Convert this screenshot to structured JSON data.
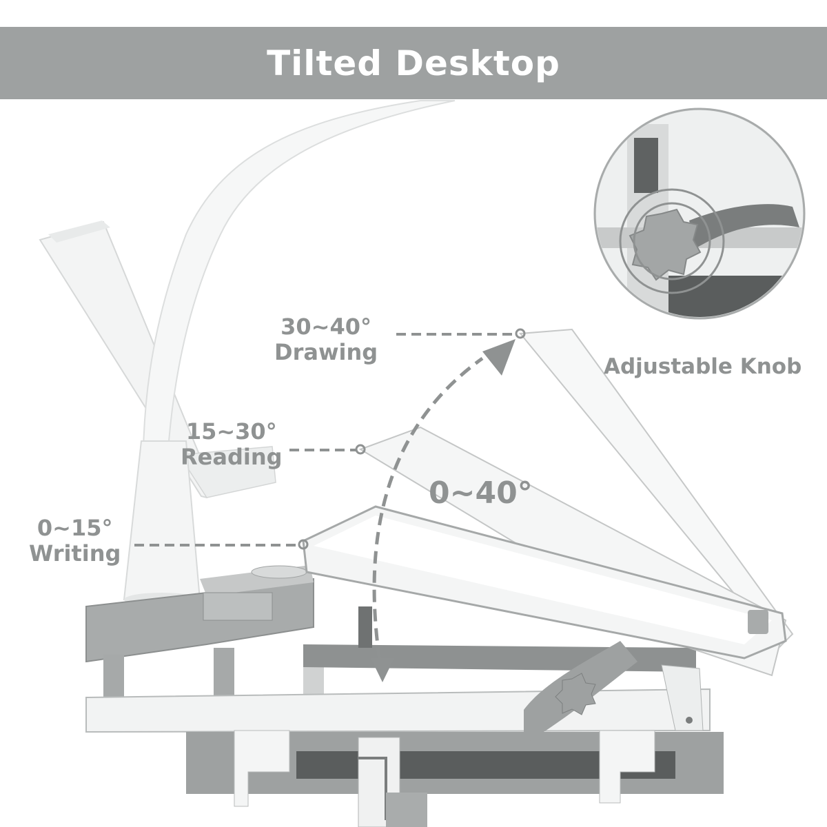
{
  "header": {
    "title": "Tilted Desktop",
    "band_color": "#9ea1a1",
    "title_color": "#ffffff"
  },
  "tilt_positions": [
    {
      "angle": "30~40°",
      "mode": "Drawing"
    },
    {
      "angle": "15~30°",
      "mode": "Reading"
    },
    {
      "angle": "0~15°",
      "mode": "Writing"
    }
  ],
  "tilt_range": "0~40°",
  "detail_inset": {
    "caption": "Adjustable Knob"
  },
  "colors": {
    "label_text": "#8f9292",
    "dashed_lines": "#8f9292",
    "desk_frame": "#9a9c9c",
    "desk_surface": "#f2f2f2"
  }
}
